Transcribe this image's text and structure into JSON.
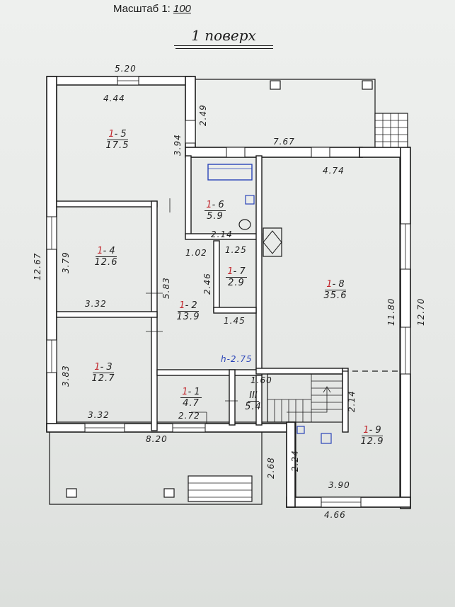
{
  "header": {
    "scale_label": "Масштаб 1:",
    "scale_value": "100",
    "floor_title": "1 поверх"
  },
  "rooms": [
    {
      "id": "r5",
      "num_prefix": "1",
      "num": "- 5",
      "area": "17.5"
    },
    {
      "id": "r4",
      "num_prefix": "1",
      "num": "- 4",
      "area": "12.6"
    },
    {
      "id": "r3",
      "num_prefix": "1",
      "num": "- 3",
      "area": "12.7"
    },
    {
      "id": "r2",
      "num_prefix": "1",
      "num": "- 2",
      "area": "13.9"
    },
    {
      "id": "r1",
      "num_prefix": "1",
      "num": "- 1",
      "area": "4.7"
    },
    {
      "id": "r6",
      "num_prefix": "1",
      "num": "- 6",
      "area": "5.9"
    },
    {
      "id": "r7",
      "num_prefix": "1",
      "num": "- 7",
      "area": "2.9"
    },
    {
      "id": "r8",
      "num_prefix": "1",
      "num": "- 8",
      "area": "35.6"
    },
    {
      "id": "r9",
      "num_prefix": "1",
      "num": "- 9",
      "area": "12.9"
    },
    {
      "id": "r111",
      "num_prefix": "",
      "num": "III",
      "area": "5.4"
    }
  ],
  "dims": {
    "d520": "5.20",
    "d444": "4.44",
    "d249": "2.49",
    "d394": "3.94",
    "d767": "7.67",
    "d474": "4.74",
    "d1267": "12.67",
    "d379": "3.79",
    "d332a": "3.32",
    "d583": "5.83",
    "d102": "1.02",
    "d214a": "2.14",
    "d125": "1.25",
    "d246": "2.46",
    "d145": "1.45",
    "h275": "h-2.75",
    "d383": "3.83",
    "d332b": "3.32",
    "d272": "2.72",
    "d160": "1.60",
    "d1180": "11.80",
    "d1270": "12.70",
    "d214b": "2.14",
    "d820": "8.20",
    "d268": "2.68",
    "d224": "2.24",
    "d390": "3.90",
    "d466": "4.66"
  },
  "colors": {
    "ink": "#1b1b1b",
    "wall_fill": "#ffffff",
    "red": "#c2272d",
    "blue": "#2a44b8"
  }
}
